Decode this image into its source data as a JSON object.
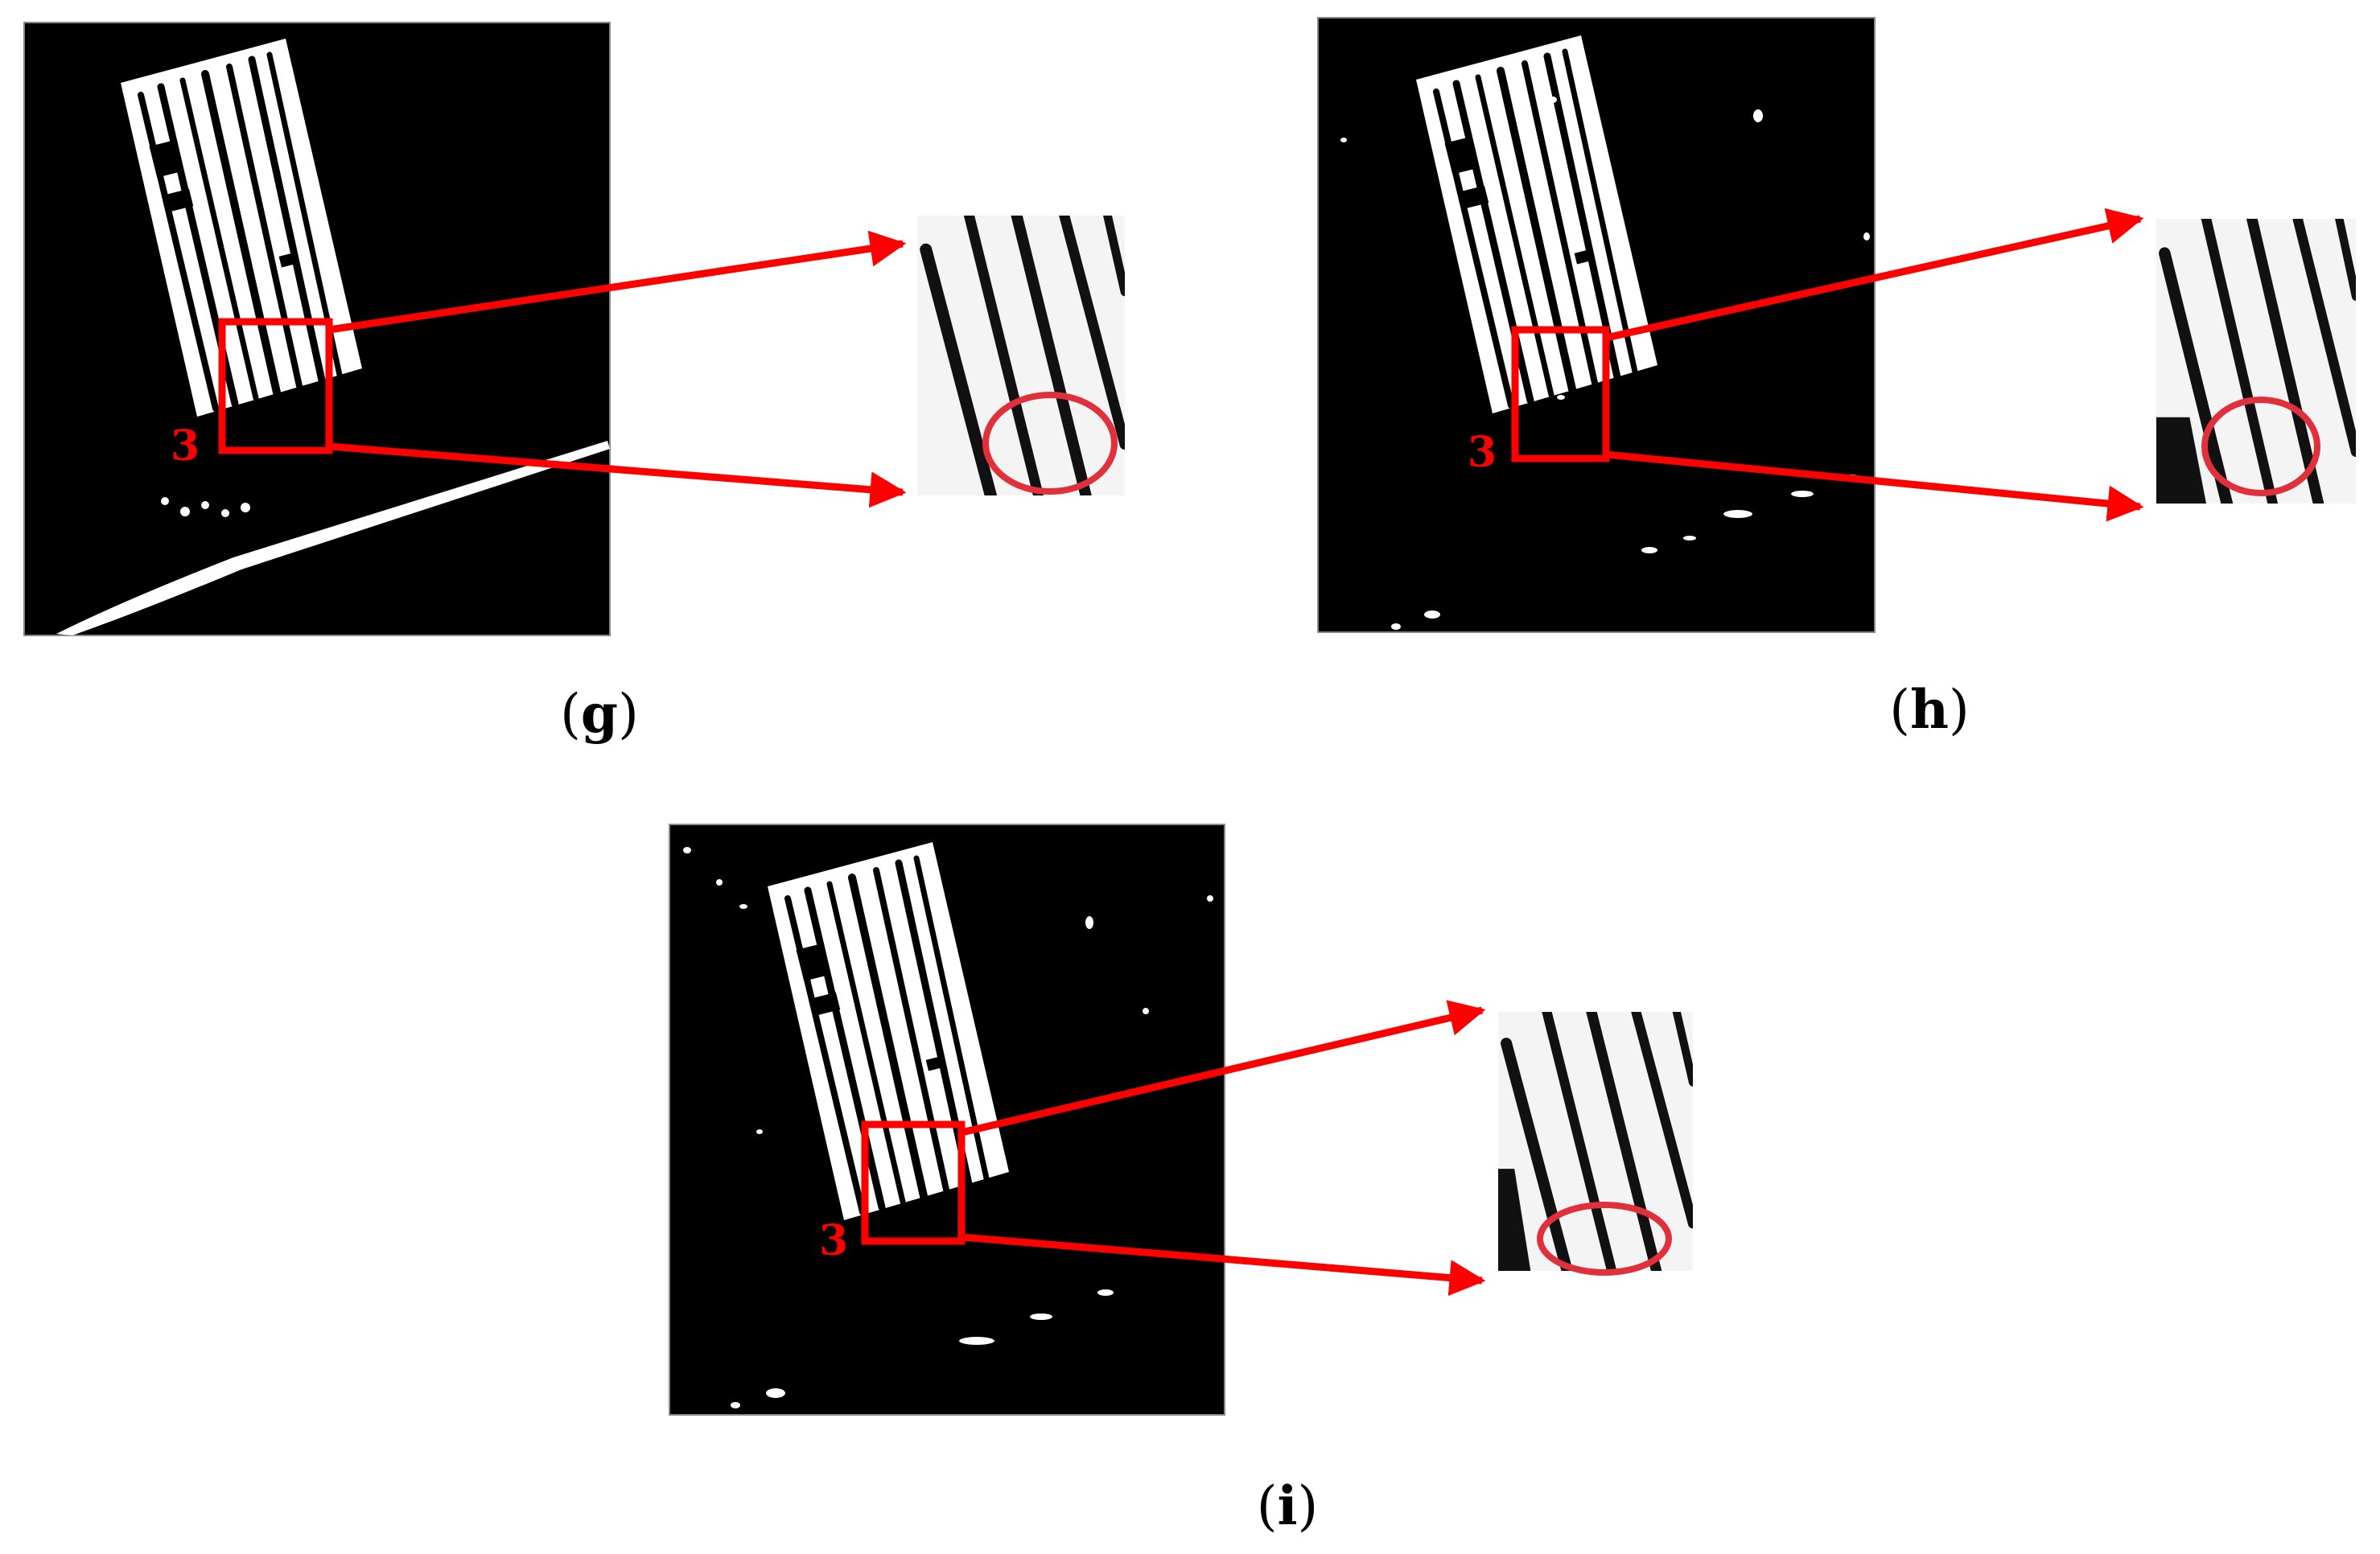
{
  "panels": [
    {
      "id": "g",
      "caption_letter": "g",
      "zoom_label": "3"
    },
    {
      "id": "h",
      "caption_letter": "h",
      "zoom_label": "3"
    },
    {
      "id": "i",
      "caption_letter": "i",
      "zoom_label": "3"
    }
  ],
  "colors": {
    "image_background": "#000000",
    "stripe": "#ffffff",
    "annotation": "#ff0000",
    "circle": "#e0303c",
    "page": "#ffffff"
  }
}
